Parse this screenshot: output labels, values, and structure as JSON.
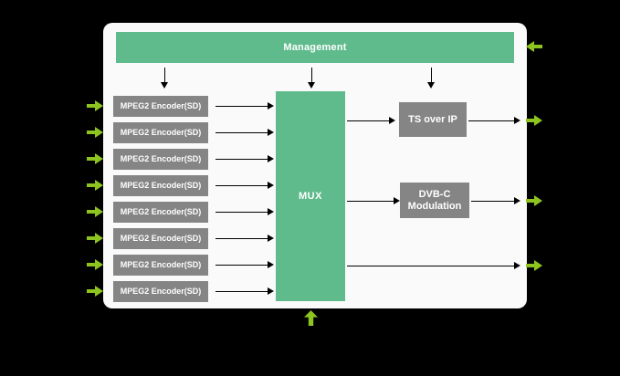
{
  "management": {
    "label": "Management"
  },
  "encoders": {
    "count": 8,
    "items": [
      {
        "label": "MPEG2 Encoder(SD)"
      },
      {
        "label": "MPEG2 Encoder(SD)"
      },
      {
        "label": "MPEG2 Encoder(SD)"
      },
      {
        "label": "MPEG2 Encoder(SD)"
      },
      {
        "label": "MPEG2 Encoder(SD)"
      },
      {
        "label": "MPEG2 Encoder(SD)"
      },
      {
        "label": "MPEG2 Encoder(SD)"
      },
      {
        "label": "MPEG2 Encoder(SD)"
      }
    ]
  },
  "mux": {
    "label": "MUX"
  },
  "outputs": {
    "ts_over_ip": {
      "label": "TS over IP"
    },
    "dvbc": {
      "line1": "DVB-C",
      "line2": "Modulation"
    }
  },
  "icons": {
    "input_arrow": "green-block-arrow-right",
    "output_arrow": "green-block-arrow-right",
    "management_input_arrow": "green-block-arrow-left",
    "mux_bottom_input_arrow": "green-block-arrow-up",
    "connector_arrow": "black-thin-arrow"
  },
  "colors": {
    "background": "#000000",
    "panel": "#FAFAFA",
    "green_block": "#5FBB8C",
    "gray_block": "#858585",
    "arrow_green": "#8DC41F",
    "connector": "#000000",
    "text": "#FFFFFF"
  }
}
